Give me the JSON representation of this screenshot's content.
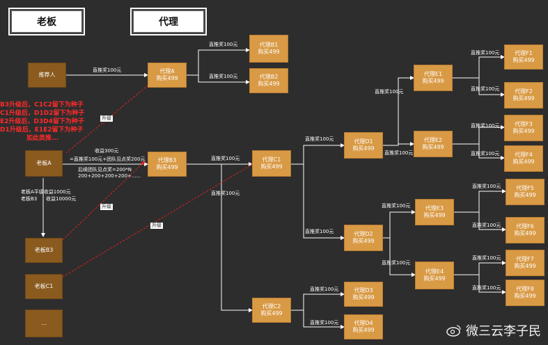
{
  "headers": {
    "boss": "老板",
    "agent": "代理"
  },
  "nodes": {
    "referrer": "推荐人",
    "bossA": "老板A",
    "bossB3": "老板B3",
    "bossC1": "老板C1",
    "bossMore": "...",
    "A": {
      "name": "代理A",
      "sub": "购买499"
    },
    "B1": {
      "name": "代理B1",
      "sub": "购买499"
    },
    "B2": {
      "name": "代理B2",
      "sub": "购买499"
    },
    "B3": {
      "name": "代理B3",
      "sub": "购买499"
    },
    "C1": {
      "name": "代理C1",
      "sub": "购买499"
    },
    "C2": {
      "name": "代理C2",
      "sub": "购买499"
    },
    "D1": {
      "name": "代理D1",
      "sub": "购买499"
    },
    "D2": {
      "name": "代理D2",
      "sub": "购买499"
    },
    "D3": {
      "name": "代理D3",
      "sub": "购买499"
    },
    "D4": {
      "name": "代理D4",
      "sub": "购买499"
    },
    "E1": {
      "name": "代理E1",
      "sub": "购买499"
    },
    "E2": {
      "name": "代理E2",
      "sub": "购买499"
    },
    "E3": {
      "name": "代理E3",
      "sub": "购买499"
    },
    "E4": {
      "name": "代理E4",
      "sub": "购买499"
    },
    "F1": {
      "name": "代理F1",
      "sub": "购买499"
    },
    "F2": {
      "name": "代理F2",
      "sub": "购买499"
    },
    "F3": {
      "name": "代理F3",
      "sub": "购买499"
    },
    "F4": {
      "name": "代理F4",
      "sub": "购买499"
    },
    "F5": {
      "name": "代理F5",
      "sub": "购买499"
    },
    "F6": {
      "name": "代理F6",
      "sub": "购买499"
    },
    "F7": {
      "name": "代理F7",
      "sub": "购买499"
    },
    "F8": {
      "name": "代理F8",
      "sub": "购买499"
    }
  },
  "edge_label": "直推奖100元",
  "upgrade_label": "升级",
  "red_notes": [
    "B3升级后，C1C2留下为种子",
    "C1升级后，D1D2留下为种子",
    "E2升级后，D3D4留下为种子",
    "D1升级后，E1E2留下为种子",
    "如此类推..."
  ],
  "income": {
    "line1": "收益300元",
    "line2": "=直推奖100元+团队见点奖200元",
    "line3": "后续团队见点奖=200*N",
    "line4": "200+200+200+200+......"
  },
  "boss_income": {
    "line1": "老板A平级收益1000元",
    "line2": "老板B3",
    "line3": "收益10000元"
  },
  "watermark": "微三云李子民",
  "colors": {
    "node": "#d99a45",
    "background": "#2d2d2d",
    "note": "#ff2a2a"
  }
}
